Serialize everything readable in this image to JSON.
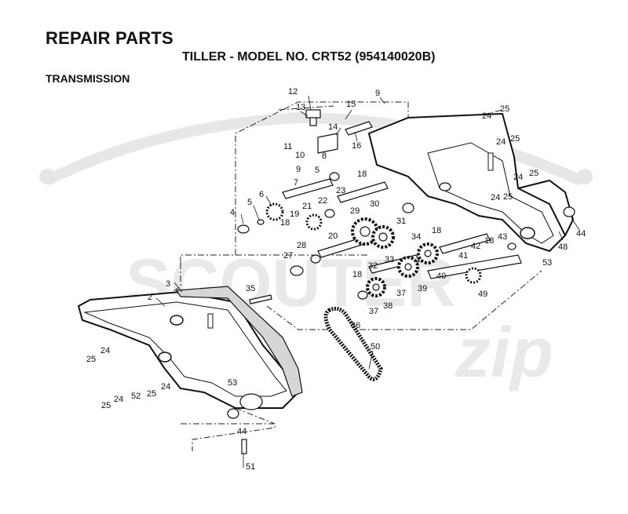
{
  "header": {
    "title": "REPAIR PARTS",
    "subtitle": "TILLER - MODEL NO. CRT52 (954140020B)",
    "section": "TRANSMISSION"
  },
  "watermark": {
    "text1": "SCOUTER",
    "text2": "zip"
  },
  "colors": {
    "ink": "#111111",
    "watermark": "#d9d9d9"
  },
  "callouts": [
    "12",
    "13",
    "15",
    "9",
    "14",
    "16",
    "8",
    "11",
    "10",
    "9",
    "5",
    "18",
    "7",
    "23",
    "6",
    "5",
    "4",
    "21",
    "22",
    "29",
    "30",
    "31",
    "19",
    "18",
    "20",
    "28",
    "34",
    "18",
    "27",
    "18",
    "32",
    "33",
    "3",
    "35",
    "2",
    "37",
    "39",
    "40",
    "38",
    "36",
    "37",
    "24",
    "25",
    "24",
    "25",
    "24",
    "25",
    "24",
    "25",
    "42",
    "18",
    "43",
    "41",
    "53",
    "48",
    "44",
    "49",
    "50",
    "24",
    "25",
    "24",
    "52",
    "25",
    "24",
    "25",
    "53",
    "44",
    "51"
  ]
}
